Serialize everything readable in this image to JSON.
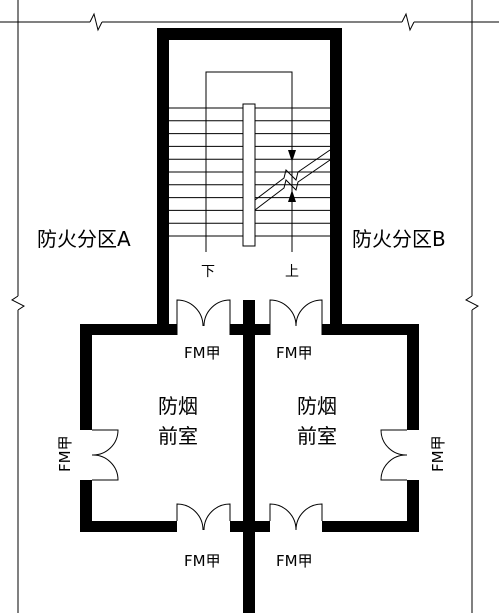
{
  "zones": {
    "left": "防火分区A",
    "right": "防火分区B"
  },
  "stair": {
    "down_label": "下",
    "up_label": "上"
  },
  "vestibules": {
    "left_line1": "防烟",
    "left_line2": "前室",
    "right_line1": "防烟",
    "right_line2": "前室"
  },
  "doors": {
    "top_left": "FM甲",
    "top_right": "FM甲",
    "bottom_left": "FM甲",
    "bottom_right": "FM甲",
    "side_left": "FM甲",
    "side_right": "FM甲"
  },
  "stair_steps": {
    "count": 11
  },
  "colors": {
    "line": "#000000",
    "background": "#ffffff"
  }
}
